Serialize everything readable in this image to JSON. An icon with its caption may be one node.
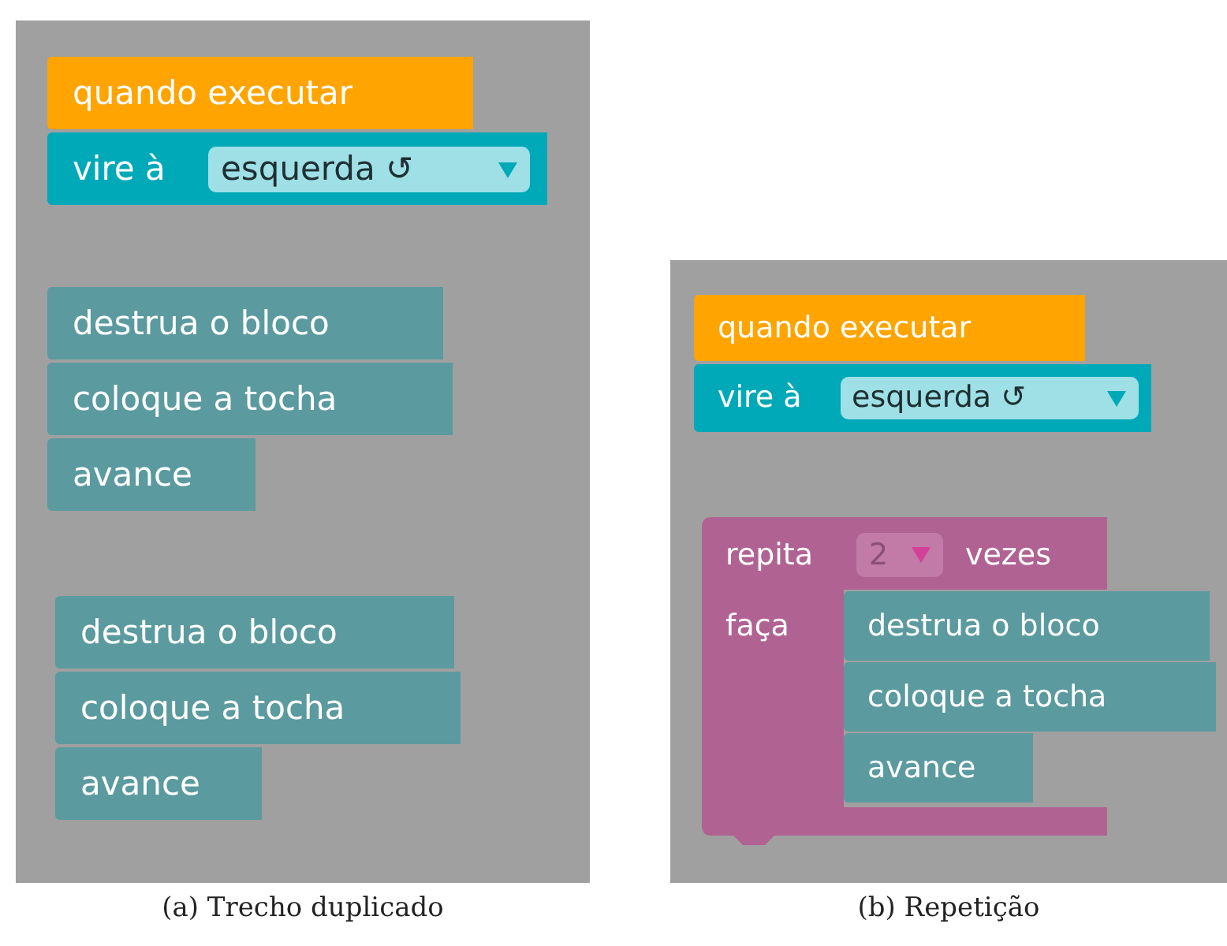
{
  "diagram": {
    "nodes": [
      {
        "text": [],
        "shape": "box",
        "beside": [
          "(a) Trecho duplicado"
        ]
      },
      {
        "text": [
          "quando executar"
        ],
        "in": 0
      },
      {
        "text": [
          "vire à"
        ],
        "in": 0
      },
      {
        "text": [
          "esquerda ↺"
        ],
        "in": 2
      },
      {
        "text": [
          "destrua o bloco"
        ],
        "in": 0
      },
      {
        "text": [
          "coloque a tocha"
        ],
        "in": 0
      },
      {
        "text": [
          "avance"
        ],
        "in": 0
      },
      {
        "text": [
          "destrua o bloco"
        ],
        "in": 0
      },
      {
        "text": [
          "coloque a tocha"
        ],
        "in": 0
      },
      {
        "text": [
          "avance"
        ],
        "in": 0
      },
      {
        "text": [],
        "shape": "box",
        "beside": [
          "(b) Repetição"
        ]
      },
      {
        "text": [
          "quando executar"
        ],
        "in": 10
      },
      {
        "text": [
          "vire à"
        ],
        "in": 10
      },
      {
        "text": [
          "esquerda ↺"
        ],
        "in": 12
      },
      {
        "text": [
          "repita",
          "vezes",
          "faça"
        ],
        "in": 10
      },
      {
        "text": [
          "2"
        ],
        "in": 14
      },
      {
        "text": [
          "destrua o bloco"
        ],
        "in": 10
      },
      {
        "text": [
          "coloque a tocha"
        ],
        "in": 10
      },
      {
        "text": [
          "avance"
        ],
        "in": 14
      }
    ]
  }
}
